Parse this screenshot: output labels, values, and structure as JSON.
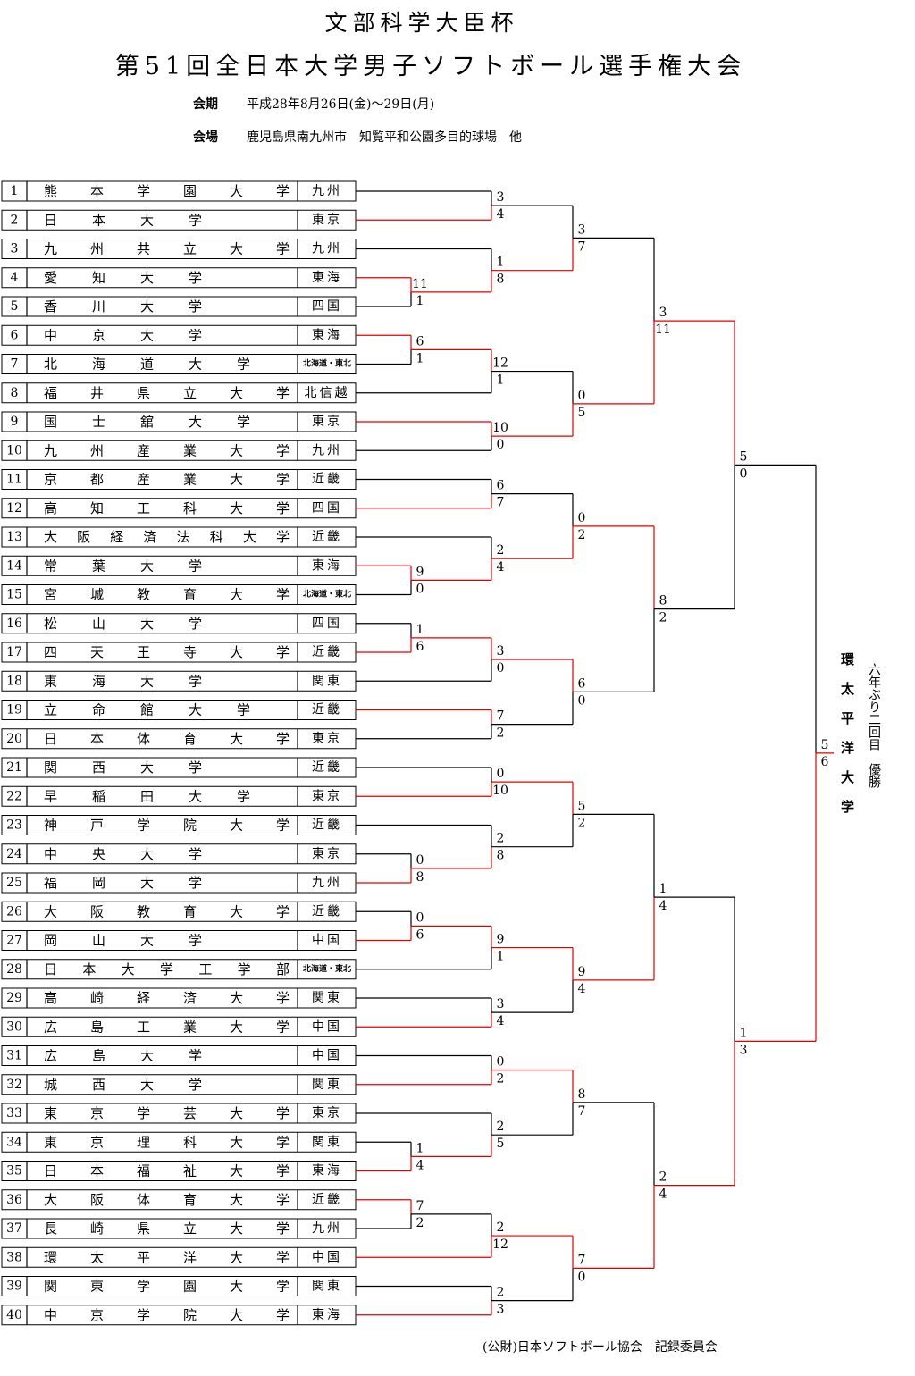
{
  "header": {
    "title1": "文部科学大臣杯",
    "title2": "第51回全日本大学男子ソフトボール選手権大会",
    "period_label": "会期",
    "period_value": "平成28年8月26日(金)〜29日(月)",
    "venue_label": "会場",
    "venue_value": "鹿児島県南九州市　知覧平和公園多目的球場　他"
  },
  "teams": [
    {
      "no": "1",
      "name": "熊本学園大学",
      "region": "九州"
    },
    {
      "no": "2",
      "name": "日本大学",
      "region": "東京"
    },
    {
      "no": "3",
      "name": "九州共立大学",
      "region": "九州"
    },
    {
      "no": "4",
      "name": "愛知大学",
      "region": "東海"
    },
    {
      "no": "5",
      "name": "香川大学",
      "region": "四国"
    },
    {
      "no": "6",
      "name": "中京大学",
      "region": "東海"
    },
    {
      "no": "7",
      "name": "北海道大学",
      "region": "北海道・東北"
    },
    {
      "no": "8",
      "name": "福井県立大学",
      "region": "北信越"
    },
    {
      "no": "9",
      "name": "国士舘大学",
      "region": "東京"
    },
    {
      "no": "10",
      "name": "九州産業大学",
      "region": "九州"
    },
    {
      "no": "11",
      "name": "京都産業大学",
      "region": "近畿"
    },
    {
      "no": "12",
      "name": "高知工科大学",
      "region": "四国"
    },
    {
      "no": "13",
      "name": "大阪経済法科大学",
      "region": "近畿"
    },
    {
      "no": "14",
      "name": "常葉大学",
      "region": "東海"
    },
    {
      "no": "15",
      "name": "宮城教育大学",
      "region": "北海道・東北"
    },
    {
      "no": "16",
      "name": "松山大学",
      "region": "四国"
    },
    {
      "no": "17",
      "name": "四天王寺大学",
      "region": "近畿"
    },
    {
      "no": "18",
      "name": "東海大学",
      "region": "関東"
    },
    {
      "no": "19",
      "name": "立命館大学",
      "region": "近畿"
    },
    {
      "no": "20",
      "name": "日本体育大学",
      "region": "東京"
    },
    {
      "no": "21",
      "name": "関西大学",
      "region": "近畿"
    },
    {
      "no": "22",
      "name": "早稲田大学",
      "region": "東京"
    },
    {
      "no": "23",
      "name": "神戸学院大学",
      "region": "近畿"
    },
    {
      "no": "24",
      "name": "中央大学",
      "region": "東京"
    },
    {
      "no": "25",
      "name": "福岡大学",
      "region": "九州"
    },
    {
      "no": "26",
      "name": "大阪教育大学",
      "region": "近畿"
    },
    {
      "no": "27",
      "name": "岡山大学",
      "region": "中国"
    },
    {
      "no": "28",
      "name": "日本大学工学部",
      "region": "北海道・東北"
    },
    {
      "no": "29",
      "name": "高崎経済大学",
      "region": "関東"
    },
    {
      "no": "30",
      "name": "広島工業大学",
      "region": "中国"
    },
    {
      "no": "31",
      "name": "広島大学",
      "region": "中国"
    },
    {
      "no": "32",
      "name": "城西大学",
      "region": "関東"
    },
    {
      "no": "33",
      "name": "東京学芸大学",
      "region": "東京"
    },
    {
      "no": "34",
      "name": "東京理科大学",
      "region": "関東"
    },
    {
      "no": "35",
      "name": "日本福祉大学",
      "region": "東海"
    },
    {
      "no": "36",
      "name": "大阪体育大学",
      "region": "近畿"
    },
    {
      "no": "37",
      "name": "長崎県立大学",
      "region": "九州"
    },
    {
      "no": "38",
      "name": "環太平洋大学",
      "region": "中国"
    },
    {
      "no": "39",
      "name": "関東学園大学",
      "region": "関東"
    },
    {
      "no": "40",
      "name": "中京学院大学",
      "region": "東海"
    }
  ],
  "bracket": {
    "slots": [
      {
        "id": "s1",
        "t": 0,
        "b": 1,
        "top": "3",
        "bot": "4",
        "w": "b"
      },
      {
        "id": "p0",
        "t": 3,
        "b": 4,
        "top": "11",
        "bot": "1",
        "w": "t"
      },
      {
        "id": "s2",
        "t": 2,
        "b": "p0",
        "top": "1",
        "bot": "8",
        "w": "b"
      },
      {
        "id": "q1",
        "t": "s1",
        "b": "s2",
        "top": "3",
        "bot": "7",
        "w": "b"
      },
      {
        "id": "p1",
        "t": 5,
        "b": 6,
        "top": "6",
        "bot": "1",
        "w": "t"
      },
      {
        "id": "s3",
        "t": "p1",
        "b": 7,
        "top": "12",
        "bot": "1",
        "w": "t"
      },
      {
        "id": "s4",
        "t": 8,
        "b": 9,
        "top": "10",
        "bot": "0",
        "w": "t"
      },
      {
        "id": "q2",
        "t": "s3",
        "b": "s4",
        "top": "0",
        "bot": "5",
        "w": "b"
      },
      {
        "id": "r1",
        "t": "q1",
        "b": "q2",
        "top": "3",
        "bot": "11",
        "w": "b"
      },
      {
        "id": "s5",
        "t": 10,
        "b": 11,
        "top": "6",
        "bot": "7",
        "w": "b"
      },
      {
        "id": "p2",
        "t": 13,
        "b": 14,
        "top": "9",
        "bot": "0",
        "w": "t"
      },
      {
        "id": "s6",
        "t": 12,
        "b": "p2",
        "top": "2",
        "bot": "4",
        "w": "b"
      },
      {
        "id": "q3",
        "t": "s5",
        "b": "s6",
        "top": "0",
        "bot": "2",
        "w": "b"
      },
      {
        "id": "p3",
        "t": 15,
        "b": 16,
        "top": "1",
        "bot": "6",
        "w": "b"
      },
      {
        "id": "s7",
        "t": "p3",
        "b": 17,
        "top": "3",
        "bot": "0",
        "w": "t"
      },
      {
        "id": "s8",
        "t": 18,
        "b": 19,
        "top": "7",
        "bot": "2",
        "w": "t"
      },
      {
        "id": "q4",
        "t": "s7",
        "b": "s8",
        "top": "6",
        "bot": "0",
        "w": "t"
      },
      {
        "id": "r2",
        "t": "q3",
        "b": "q4",
        "top": "8",
        "bot": "2",
        "w": "t"
      },
      {
        "id": "f1",
        "t": "r1",
        "b": "r2",
        "top": "5",
        "bot": "0",
        "w": "t"
      },
      {
        "id": "s9",
        "t": 20,
        "b": 21,
        "top": "0",
        "bot": "10",
        "w": "b"
      },
      {
        "id": "p4",
        "t": 23,
        "b": 24,
        "top": "0",
        "bot": "8",
        "w": "b"
      },
      {
        "id": "s10",
        "t": 22,
        "b": "p4",
        "top": "2",
        "bot": "8",
        "w": "b"
      },
      {
        "id": "q5",
        "t": "s9",
        "b": "s10",
        "top": "5",
        "bot": "2",
        "w": "t"
      },
      {
        "id": "p5",
        "t": 25,
        "b": 26,
        "top": "0",
        "bot": "6",
        "w": "b"
      },
      {
        "id": "s11",
        "t": "p5",
        "b": 27,
        "top": "9",
        "bot": "1",
        "w": "t"
      },
      {
        "id": "s12",
        "t": 28,
        "b": 29,
        "top": "3",
        "bot": "4",
        "w": "b"
      },
      {
        "id": "q6",
        "t": "s11",
        "b": "s12",
        "top": "9",
        "bot": "4",
        "w": "t"
      },
      {
        "id": "r3",
        "t": "q5",
        "b": "q6",
        "top": "1",
        "bot": "4",
        "w": "b"
      },
      {
        "id": "s13",
        "t": 30,
        "b": 31,
        "top": "0",
        "bot": "2",
        "w": "b"
      },
      {
        "id": "p6",
        "t": 33,
        "b": 34,
        "top": "1",
        "bot": "4",
        "w": "b"
      },
      {
        "id": "s14",
        "t": 32,
        "b": "p6",
        "top": "2",
        "bot": "5",
        "w": "b"
      },
      {
        "id": "q7",
        "t": "s13",
        "b": "s14",
        "top": "8",
        "bot": "7",
        "w": "t"
      },
      {
        "id": "p7",
        "t": 35,
        "b": 36,
        "top": "7",
        "bot": "2",
        "w": "t"
      },
      {
        "id": "s15",
        "t": "p7",
        "b": 37,
        "top": "2",
        "bot": "12",
        "w": "b"
      },
      {
        "id": "s16",
        "t": 38,
        "b": 39,
        "top": "2",
        "bot": "3",
        "w": "b"
      },
      {
        "id": "q8",
        "t": "s15",
        "b": "s16",
        "top": "7",
        "bot": "0",
        "w": "t"
      },
      {
        "id": "r4",
        "t": "q7",
        "b": "q8",
        "top": "2",
        "bot": "4",
        "w": "b"
      },
      {
        "id": "f2",
        "t": "r3",
        "b": "r4",
        "top": "1",
        "bot": "3",
        "w": "b"
      },
      {
        "id": "final",
        "t": "f1",
        "b": "f2",
        "top": "5",
        "bot": "6",
        "w": "b"
      }
    ]
  },
  "champion": {
    "name": "環太平洋大学",
    "note": "六年ぶり二回目　優勝"
  },
  "footer": "(公財)日本ソフトボール協会　記録委員会",
  "colors": {
    "win_line": "#e00000",
    "lose_line": "#000000"
  }
}
